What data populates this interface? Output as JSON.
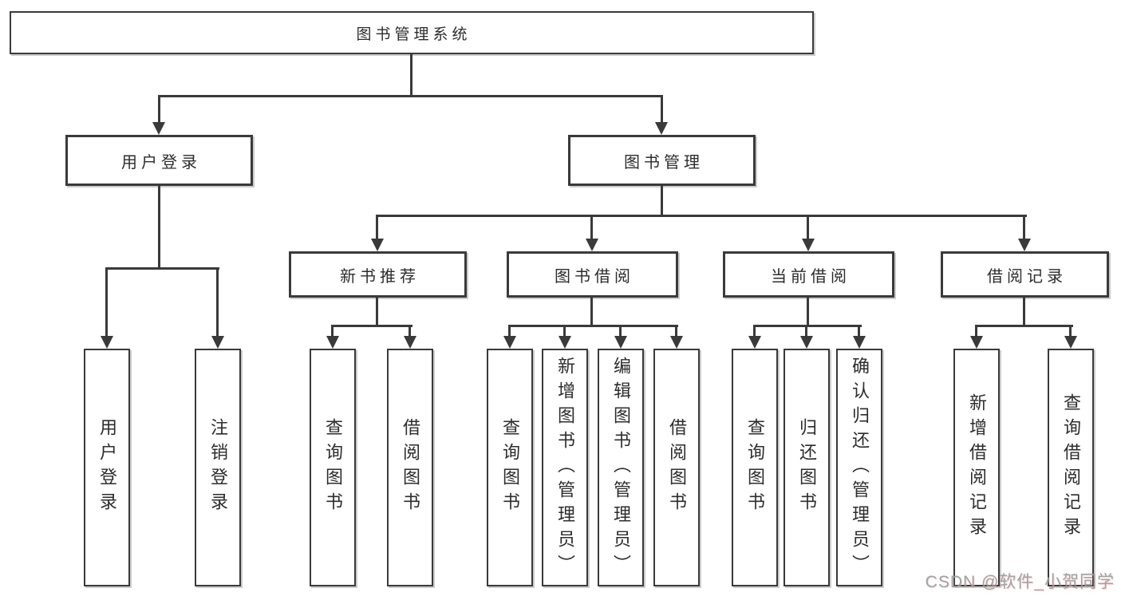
{
  "colors": {
    "line": "#3a3a3a",
    "box_border": "#3a3a3a",
    "box_background": "#ffffff",
    "text": "#2c2c2c",
    "watermark": "#9b9b9b",
    "watermark_tint": "#f4a4b0"
  },
  "tree": {
    "root": {
      "label": "图书管理系统",
      "children": [
        {
          "label": "用户登录",
          "children": [
            {
              "label": "用户登录"
            },
            {
              "label": "注销登录"
            }
          ]
        },
        {
          "label": "图书管理",
          "children": [
            {
              "label": "新书推荐",
              "children": [
                {
                  "label": "查询图书"
                },
                {
                  "label": "借阅图书"
                }
              ]
            },
            {
              "label": "图书借阅",
              "children": [
                {
                  "label": "查询图书"
                },
                {
                  "label": "新增图书（管理员）"
                },
                {
                  "label": "编辑图书（管理员）"
                },
                {
                  "label": "借阅图书"
                }
              ]
            },
            {
              "label": "当前借阅",
              "children": [
                {
                  "label": "查询图书"
                },
                {
                  "label": "归还图书"
                },
                {
                  "label": "确认归还（管理员）"
                }
              ]
            },
            {
              "label": "借阅记录",
              "children": [
                {
                  "label": "新增借阅记录"
                },
                {
                  "label": "查询借阅记录"
                }
              ]
            }
          ]
        }
      ]
    }
  },
  "watermark": {
    "text": "CSDN @软件_小贺同学"
  }
}
